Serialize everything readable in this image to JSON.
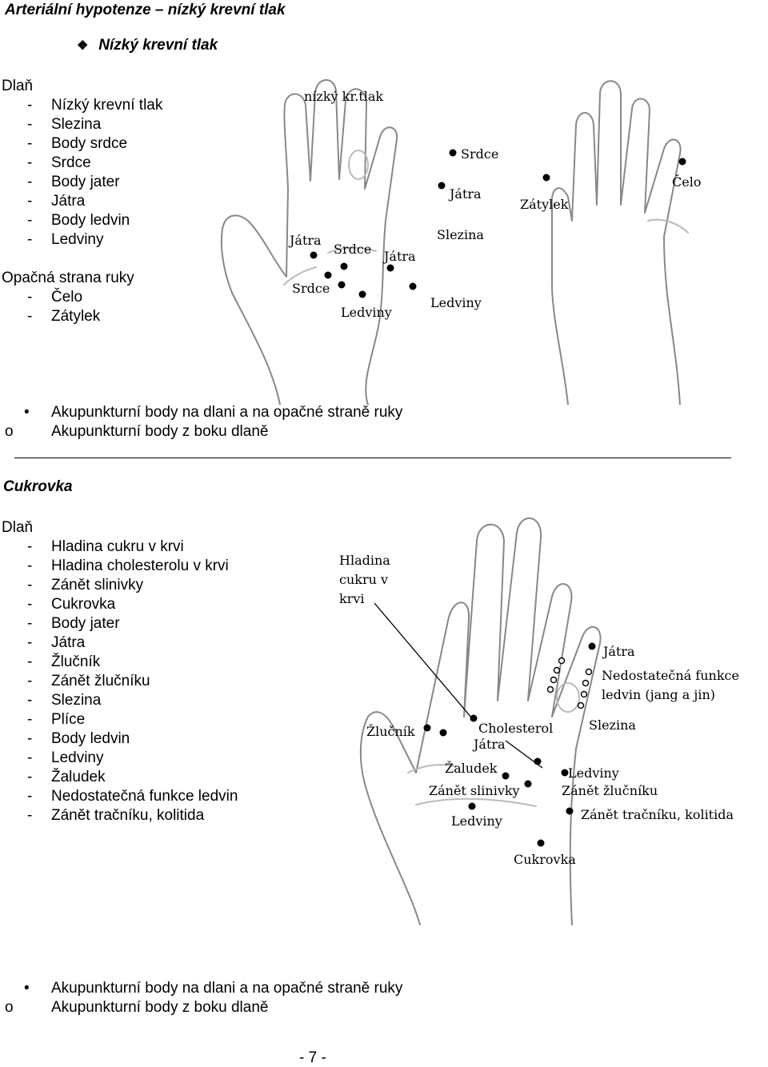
{
  "heading": "Arteriální hypotenze – nízký krevní tlak",
  "sub_heading": "Nízký krevní tlak",
  "hypo": {
    "palm_title": "Dlaň",
    "palm_items": [
      "Nízký krevní tlak",
      "Slezina",
      "Body srdce",
      "Srdce",
      "Body jater",
      "Játra",
      "Body ledvin",
      "Ledviny"
    ],
    "back_title": "Opačná strana ruky",
    "back_items": [
      "Čelo",
      "Zátylek"
    ],
    "figure_labels": {
      "nizky": "nízký kr.tlak",
      "srdce1": "Srdce",
      "jatra1": "Játra",
      "slezina": "Slezina",
      "jatra2": "Játra",
      "srdce2": "Srdce",
      "jatra3": "Játra",
      "srdce3": "Srdce",
      "ledviny1": "Ledviny",
      "ledviny2": "Ledviny",
      "zatylek": "Zátylek",
      "celo": "Čelo"
    },
    "legend": [
      "Akupunkturní body na dlani a na opačné straně ruky",
      "Akupunkturní body z boku dlaně"
    ]
  },
  "diab": {
    "section_title": "Cukrovka",
    "palm_title": "Dlaň",
    "palm_items": [
      "Hladina cukru v krvi",
      "Hladina cholesterolu v krvi",
      "Zánět slinivky",
      "Cukrovka",
      "Body jater",
      "Játra",
      "Žlučník",
      "Zánět žlučníku",
      "Slezina",
      "Plíce",
      "Body ledvin",
      "Ledviny",
      "Žaludek",
      "Nedostatečná funkce ledvin",
      "Zánět tračníku, kolitida"
    ],
    "figure_labels": {
      "hladina1": "Hladina",
      "hladina2": "cukru v",
      "hladina3": "krvi",
      "jatra1": "Játra",
      "nedost1": "Nedostatečná funkce",
      "nedost2": "ledvin (jang a jin)",
      "slezina": "Slezina",
      "zlucnik": "Žlučník",
      "cholesterol": "Cholesterol",
      "jatra2": "Játra",
      "zaludek": "Žaludek",
      "ledviny1": "Ledviny",
      "zanet_slinivky": "Zánět slinivky",
      "zanet_zlucniku": "Zánět žlučníku",
      "ledviny2": "Ledviny",
      "zanet_tracniku": "Zánět tračníku, kolitida",
      "cukrovka": "Cukrovka"
    },
    "legend": [
      "Akupunkturní body na dlani a na opačné straně ruky",
      "Akupunkturní body z boku dlaně"
    ]
  },
  "bullets": {
    "filled": "•",
    "hollow": "o",
    "dash": "-",
    "diamond": "❖"
  },
  "page_number": "- 7 -"
}
